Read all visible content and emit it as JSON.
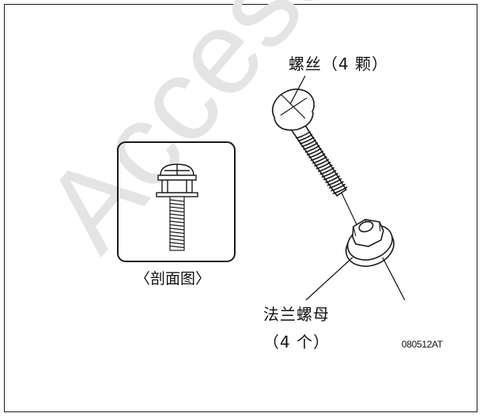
{
  "labels": {
    "screw": "螺丝（4 颗）",
    "section_view": "〈剖面图〉",
    "flange_nut_line1": "法兰螺母",
    "flange_nut_line2": "（4 个）",
    "figure_code": "080512AT"
  },
  "watermark": "Access",
  "colors": {
    "line": "#1a1a1a",
    "watermark": "#e4e4e4"
  }
}
